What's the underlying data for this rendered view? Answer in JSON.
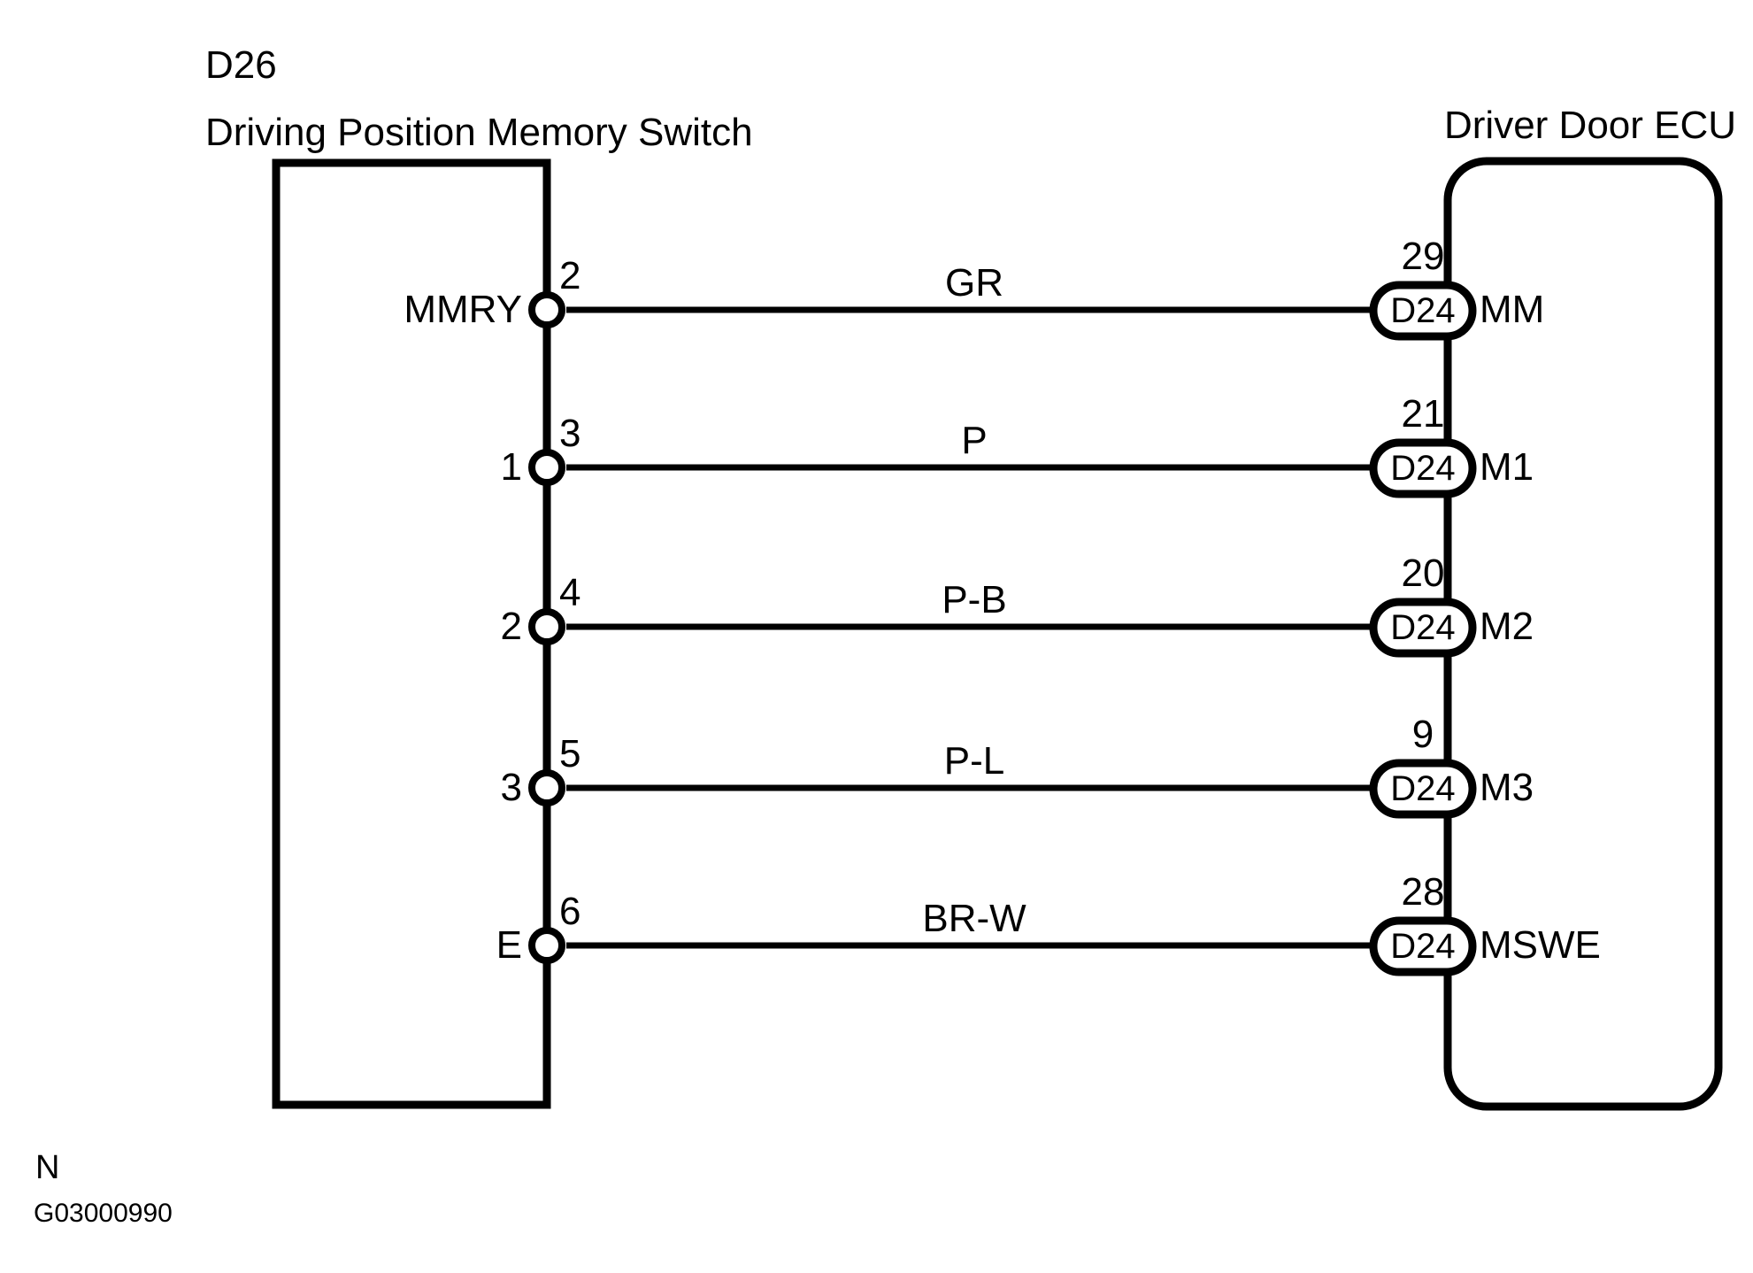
{
  "diagram": {
    "footer_direction": "N",
    "footer_code": "G03000990",
    "left_component": {
      "code": "D26",
      "name": "Driving Position Memory Switch"
    },
    "right_component": {
      "name": "Driver Door ECU"
    },
    "rows": [
      {
        "left_label": "MMRY",
        "left_pin": "2",
        "wire_color": "GR",
        "right_connector_pin": "29",
        "right_connector_code": "D24",
        "right_terminal": "MM"
      },
      {
        "left_label": "1",
        "left_pin": "3",
        "wire_color": "P",
        "right_connector_pin": "21",
        "right_connector_code": "D24",
        "right_terminal": "M1"
      },
      {
        "left_label": "2",
        "left_pin": "4",
        "wire_color": "P-B",
        "right_connector_pin": "20",
        "right_connector_code": "D24",
        "right_terminal": "M2"
      },
      {
        "left_label": "3",
        "left_pin": "5",
        "wire_color": "P-L",
        "right_connector_pin": "9",
        "right_connector_code": "D24",
        "right_terminal": "M3"
      },
      {
        "left_label": "E",
        "left_pin": "6",
        "wire_color": "BR-W",
        "right_connector_pin": "28",
        "right_connector_code": "D24",
        "right_terminal": "MSWE"
      }
    ],
    "colors": {
      "line": "#000000",
      "background": "#ffffff"
    }
  }
}
